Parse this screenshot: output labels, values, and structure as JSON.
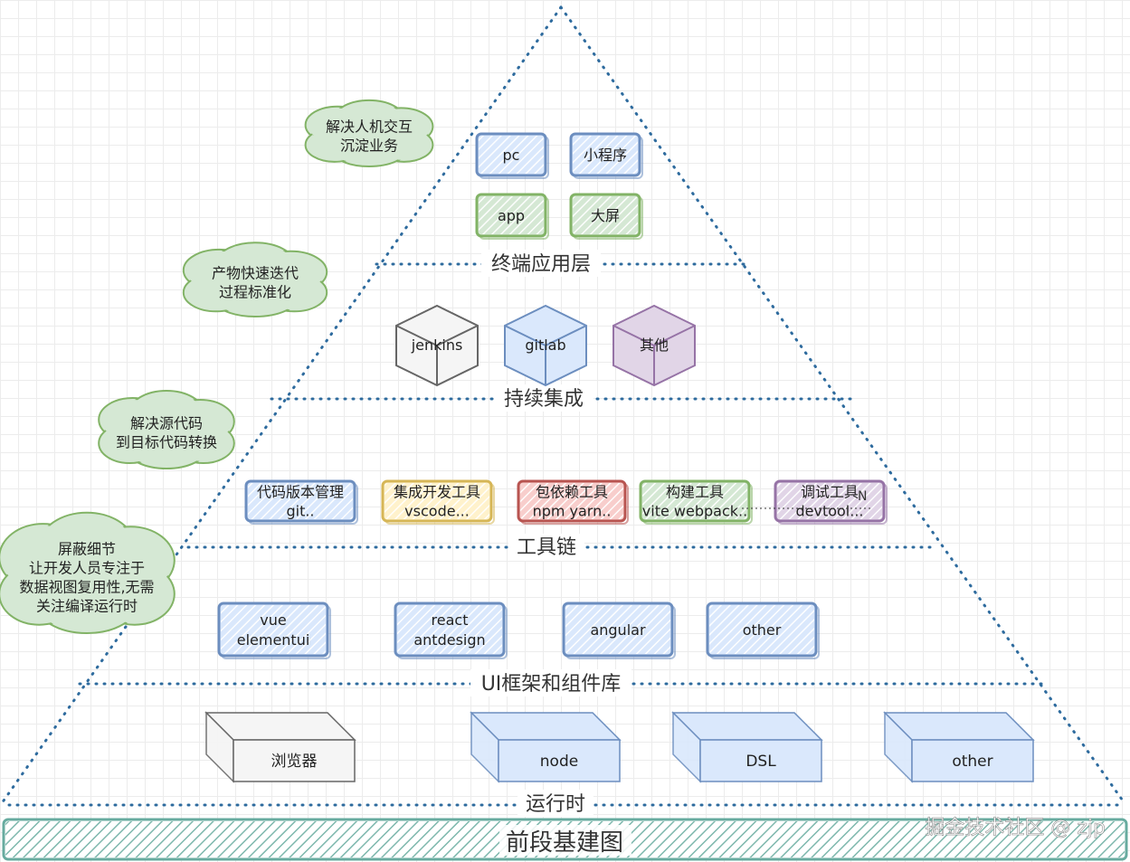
{
  "title": "前段基建图",
  "watermark": "掘金技术社区 @ zjp",
  "colors": {
    "blue": "#6c8ebf",
    "blue_fill": "#dae8fc",
    "green": "#82b366",
    "green_fill": "#d5e8d4",
    "yellow": "#d6b656",
    "yellow_fill": "#fff2cc",
    "red": "#b85450",
    "red_fill": "#f8cecc",
    "purple": "#9673a6",
    "purple_fill": "#e1d5e7",
    "gray": "#666666",
    "gray_fill": "#f5f5f5",
    "teal": "#67ab9f",
    "dots": "#2e6b9e"
  },
  "clouds": [
    {
      "lines": [
        "解决人机交互",
        "沉淀业务"
      ]
    },
    {
      "lines": [
        "产物快速迭代",
        "过程标准化"
      ]
    },
    {
      "lines": [
        "解决源代码",
        "到目标代码转换"
      ]
    },
    {
      "lines": [
        "屏蔽细节",
        "让开发人员专注于",
        "数据视图复用性,无需",
        "关注编译运行时"
      ]
    }
  ],
  "layers": [
    {
      "label": "终端应用层",
      "items": [
        {
          "lines": [
            "pc"
          ],
          "color": "blue"
        },
        {
          "lines": [
            "小程序"
          ],
          "color": "blue"
        },
        {
          "lines": [
            "app"
          ],
          "color": "green"
        },
        {
          "lines": [
            "大屏"
          ],
          "color": "green"
        }
      ]
    },
    {
      "label": "持续集成",
      "items": [
        {
          "lines": [
            "jenkins"
          ],
          "color": "gray"
        },
        {
          "lines": [
            "gitlab"
          ],
          "color": "blue"
        },
        {
          "lines": [
            "其他"
          ],
          "color": "purple"
        }
      ]
    },
    {
      "label": "工具链",
      "items": [
        {
          "lines": [
            "代码版本管理",
            "git.."
          ],
          "color": "blue"
        },
        {
          "lines": [
            "集成开发工具",
            "vscode..."
          ],
          "color": "yellow"
        },
        {
          "lines": [
            "包依赖工具",
            "npm yarn.."
          ],
          "color": "red"
        },
        {
          "lines": [
            "构建工具",
            "vite webpack.."
          ],
          "color": "green"
        },
        {
          "lines": [
            "调试工具",
            "devtool..."
          ],
          "color": "purple"
        }
      ]
    },
    {
      "label": "UI框架和组件库",
      "items": [
        {
          "lines": [
            "vue",
            "elementui"
          ],
          "color": "blue"
        },
        {
          "lines": [
            "react",
            "antdesign"
          ],
          "color": "blue"
        },
        {
          "lines": [
            "angular"
          ],
          "color": "blue"
        },
        {
          "lines": [
            "other"
          ],
          "color": "blue"
        }
      ]
    },
    {
      "label": "运行时",
      "items": [
        {
          "lines": [
            "浏览器"
          ],
          "color": "gray"
        },
        {
          "lines": [
            "node"
          ],
          "color": "blue"
        },
        {
          "lines": [
            "DSL"
          ],
          "color": "blue"
        },
        {
          "lines": [
            "other"
          ],
          "color": "blue"
        }
      ]
    }
  ]
}
